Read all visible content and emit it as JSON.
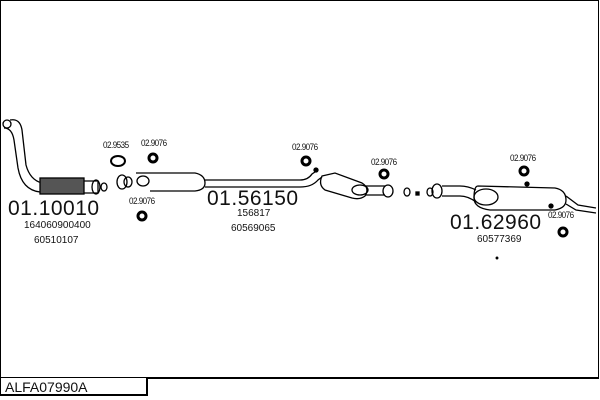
{
  "diagram_code": "ALFA07990A",
  "parts": [
    {
      "number": "01.10010",
      "refs": [
        "164060900400",
        "60510107"
      ]
    },
    {
      "number": "01.56150",
      "refs": [
        "156817",
        "60569065"
      ]
    },
    {
      "number": "01.62960",
      "refs": [
        "60577369"
      ]
    }
  ],
  "accessories": [
    "02.9535",
    "02.9076",
    "02.9076",
    "02.9076",
    "02.9076",
    "02.9076",
    "02.9076"
  ]
}
